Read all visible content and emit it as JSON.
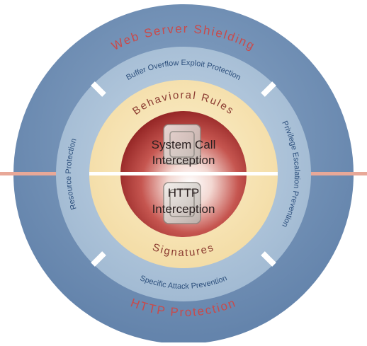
{
  "diagram": {
    "outer_ring": {
      "top_label": "Web Server Shielding",
      "bottom_label": "HTTP Protection",
      "label_color": "#c94a4a",
      "fill": "#6f8fb3"
    },
    "middle_ring": {
      "top_label": "Buffer Overflow Exploit Protection",
      "right_label": "Privilege Escalation Prevention",
      "bottom_label": "Specific Attack Prevention",
      "left_label": "Resource Protection",
      "text_color": "#2c4f7c",
      "fill": "#a6bfd6"
    },
    "inner_ring": {
      "top_label": "Behavioral Rules",
      "bottom_label": "Signatures",
      "text_color": "#8a3a30",
      "fill": "#f6e2b0"
    },
    "core": {
      "top_lines": [
        "System Call",
        "Interception"
      ],
      "bottom_lines": [
        "HTTP",
        "Interception"
      ],
      "fill": "#b22a2a"
    },
    "divider_color": "#e8a898"
  }
}
